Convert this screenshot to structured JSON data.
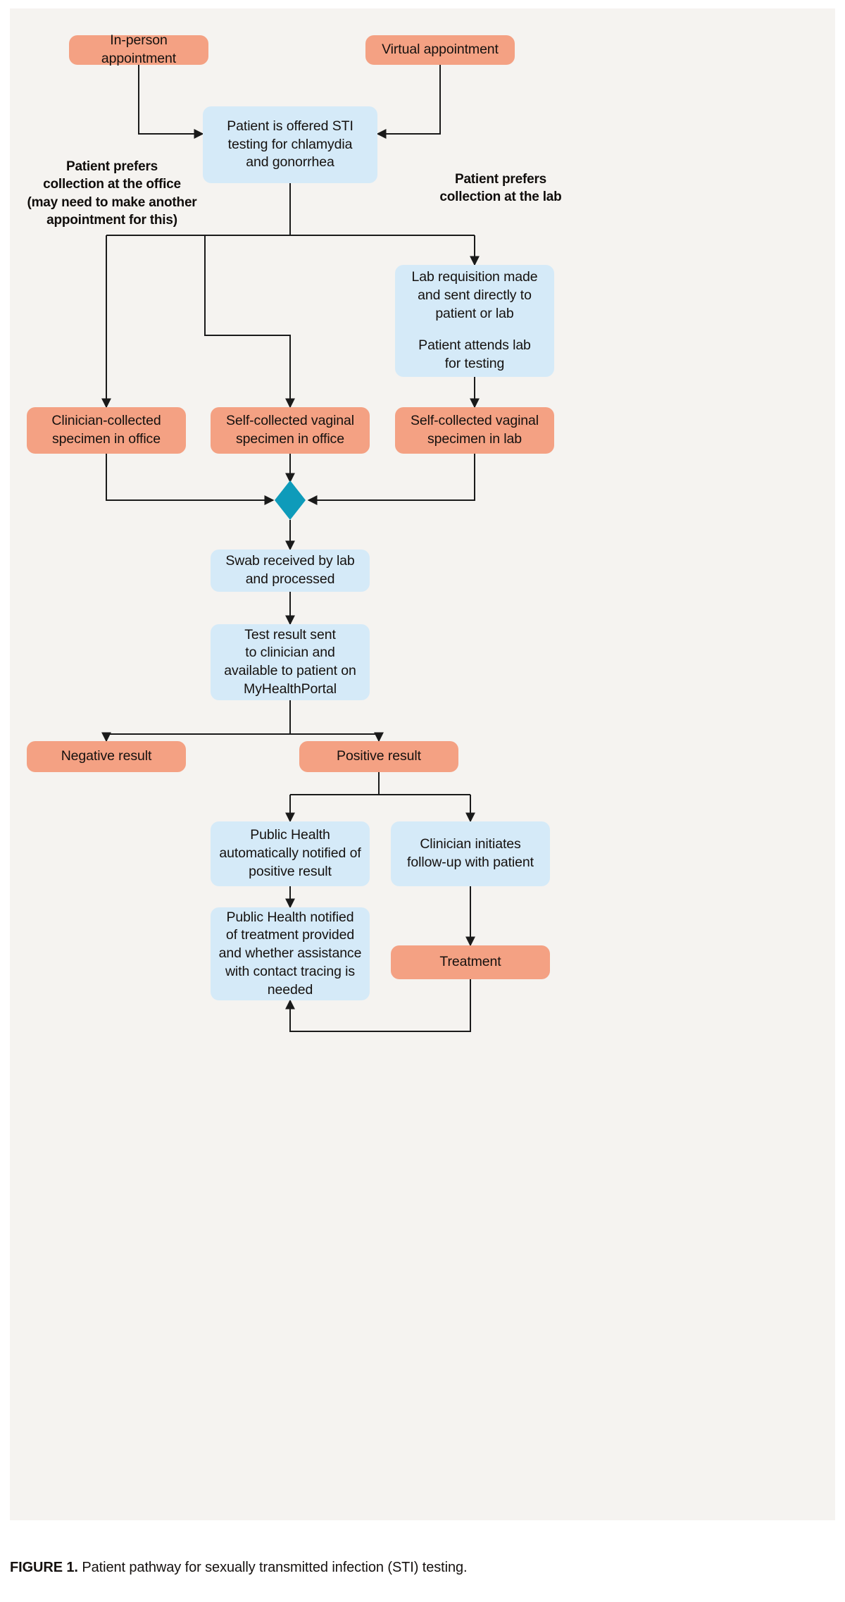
{
  "figure": {
    "label": "FIGURE 1.",
    "caption": "Patient pathway for sexually transmitted infection (STI) testing."
  },
  "colors": {
    "background": "#F5F3F0",
    "salmon_node": "#F4A183",
    "blue_node": "#D5EAF8",
    "junction_diamond": "#0E9BBA",
    "connector_line": "#1A1A1A",
    "text": "#15110F"
  },
  "nodes": {
    "in_person_appointment": "In-person appointment",
    "virtual_appointment": "Virtual appointment",
    "offered_sti_testing_l1": "Patient is offered STI",
    "offered_sti_testing_l2": "testing for chlamydia",
    "offered_sti_testing_l3": "and gonorrhea",
    "lab_requisition_l1": "Lab requisition made",
    "lab_requisition_l2": "and sent directly to",
    "lab_requisition_l3": "patient or lab",
    "lab_requisition_l4": "Patient attends lab",
    "lab_requisition_l5": "for testing",
    "clinician_collected_l1": "Clinician-collected",
    "clinician_collected_l2": "specimen in office",
    "self_collected_office_l1": "Self-collected vaginal",
    "self_collected_office_l2": "specimen in office",
    "self_collected_lab_l1": "Self-collected vaginal",
    "self_collected_lab_l2": "specimen in lab",
    "swab_received_l1": "Swab received by lab",
    "swab_received_l2": "and processed",
    "test_result_sent_l1": "Test result sent",
    "test_result_sent_l2": "to clinician and",
    "test_result_sent_l3": "available to patient on",
    "test_result_sent_l4": "MyHealthPortal",
    "negative_result": "Negative result",
    "positive_result": "Positive result",
    "public_health_notified_l1": "Public Health",
    "public_health_notified_l2": "automatically notified of",
    "public_health_notified_l3": "positive result",
    "clinician_followup_l1": "Clinician initiates",
    "clinician_followup_l2": "follow-up with patient",
    "public_health_treatment_l1": "Public Health notified",
    "public_health_treatment_l2": "of treatment provided",
    "public_health_treatment_l3": "and whether assistance",
    "public_health_treatment_l4": "with contact tracing is",
    "public_health_treatment_l5": "needed",
    "treatment": "Treatment"
  },
  "edge_labels": {
    "prefers_office_l1": "Patient prefers",
    "prefers_office_l2": "collection at the office",
    "prefers_office_l3": "(may need to make another",
    "prefers_office_l4": "appointment for this)",
    "prefers_lab_l1": "Patient prefers",
    "prefers_lab_l2": "collection at the lab"
  },
  "chart_data": {
    "type": "diagram",
    "title": "Patient pathway for sexually transmitted infection (STI) testing",
    "node_list": [
      {
        "id": "in_person_appointment",
        "text": "In-person appointment",
        "style": "salmon"
      },
      {
        "id": "virtual_appointment",
        "text": "Virtual appointment",
        "style": "salmon"
      },
      {
        "id": "offered_sti_testing",
        "text": "Patient is offered STI testing for chlamydia and gonorrhea",
        "style": "blue"
      },
      {
        "id": "lab_requisition",
        "text": "Lab requisition made and sent directly to patient or lab / Patient attends lab for testing",
        "style": "blue"
      },
      {
        "id": "clinician_collected",
        "text": "Clinician-collected specimen in office",
        "style": "salmon"
      },
      {
        "id": "self_collected_office",
        "text": "Self-collected vaginal specimen in office",
        "style": "salmon"
      },
      {
        "id": "self_collected_lab",
        "text": "Self-collected vaginal specimen in lab",
        "style": "salmon"
      },
      {
        "id": "junction",
        "text": "",
        "style": "diamond"
      },
      {
        "id": "swab_received",
        "text": "Swab received by lab and processed",
        "style": "blue"
      },
      {
        "id": "test_result_sent",
        "text": "Test result sent to clinician and available to patient on MyHealthPortal",
        "style": "blue"
      },
      {
        "id": "negative_result",
        "text": "Negative result",
        "style": "salmon"
      },
      {
        "id": "positive_result",
        "text": "Positive result",
        "style": "salmon"
      },
      {
        "id": "public_health_notified",
        "text": "Public Health automatically notified of positive result",
        "style": "blue"
      },
      {
        "id": "clinician_followup",
        "text": "Clinician initiates follow-up with patient",
        "style": "blue"
      },
      {
        "id": "public_health_treatment",
        "text": "Public Health notified of treatment provided and whether assistance with contact tracing is needed",
        "style": "blue"
      },
      {
        "id": "treatment",
        "text": "Treatment",
        "style": "salmon"
      }
    ],
    "edges": [
      {
        "from": "in_person_appointment",
        "to": "offered_sti_testing",
        "label": ""
      },
      {
        "from": "virtual_appointment",
        "to": "offered_sti_testing",
        "label": ""
      },
      {
        "from": "offered_sti_testing",
        "to": "clinician_collected",
        "label": "Patient prefers collection at the office (may need to make another appointment for this)"
      },
      {
        "from": "offered_sti_testing",
        "to": "self_collected_office",
        "label": "Patient prefers collection at the office (may need to make another appointment for this)"
      },
      {
        "from": "offered_sti_testing",
        "to": "lab_requisition",
        "label": "Patient prefers collection at the lab"
      },
      {
        "from": "lab_requisition",
        "to": "self_collected_lab",
        "label": ""
      },
      {
        "from": "clinician_collected",
        "to": "junction",
        "label": ""
      },
      {
        "from": "self_collected_office",
        "to": "junction",
        "label": ""
      },
      {
        "from": "self_collected_lab",
        "to": "junction",
        "label": ""
      },
      {
        "from": "junction",
        "to": "swab_received",
        "label": ""
      },
      {
        "from": "swab_received",
        "to": "test_result_sent",
        "label": ""
      },
      {
        "from": "test_result_sent",
        "to": "negative_result",
        "label": ""
      },
      {
        "from": "test_result_sent",
        "to": "positive_result",
        "label": ""
      },
      {
        "from": "positive_result",
        "to": "public_health_notified",
        "label": ""
      },
      {
        "from": "positive_result",
        "to": "clinician_followup",
        "label": ""
      },
      {
        "from": "public_health_notified",
        "to": "public_health_treatment",
        "label": ""
      },
      {
        "from": "clinician_followup",
        "to": "treatment",
        "label": ""
      },
      {
        "from": "treatment",
        "to": "public_health_treatment",
        "label": ""
      }
    ]
  }
}
